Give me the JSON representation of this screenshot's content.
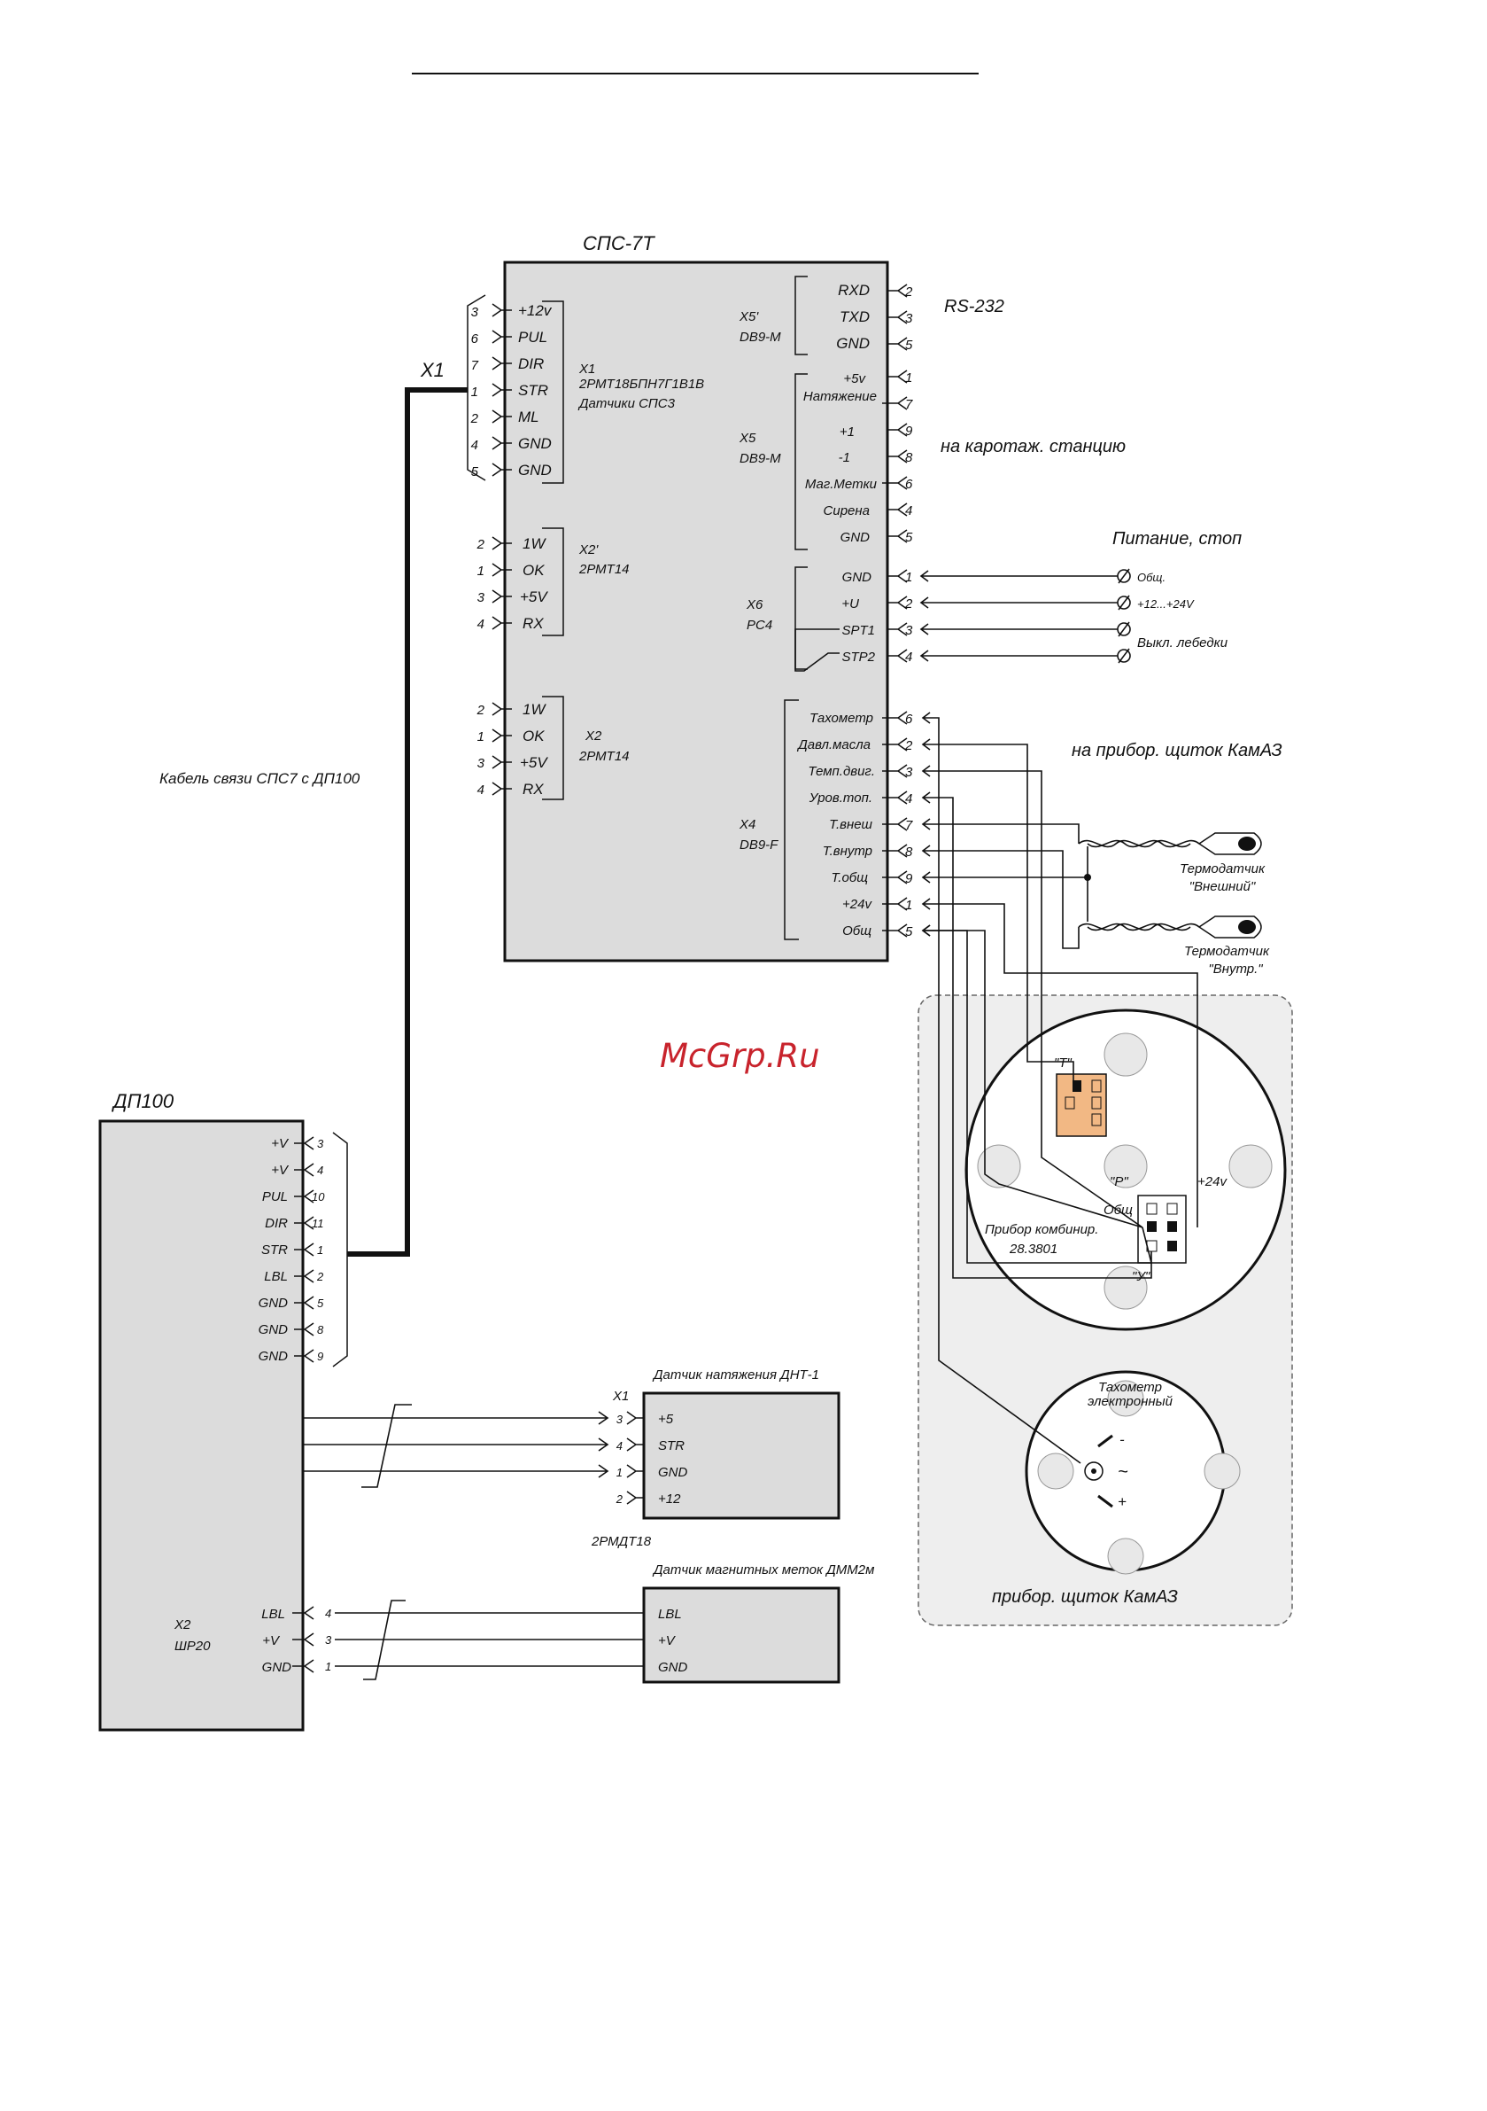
{
  "watermark": "McGrp.Ru",
  "sps": {
    "title": "СПС-7Т",
    "x1": {
      "name": "X1",
      "conn": "2РМТ18БПН7Г1В1В",
      "desc": "Датчики СПС3",
      "pins": [
        [
          "3",
          "+12v"
        ],
        [
          "6",
          "PUL"
        ],
        [
          "7",
          "DIR"
        ],
        [
          "1",
          "STR"
        ],
        [
          "2",
          "ML"
        ],
        [
          "4",
          "GND"
        ],
        [
          "5",
          "GND"
        ]
      ]
    },
    "x2p": {
      "name": "X2'",
      "conn": "2РМТ14",
      "pins": [
        [
          "2",
          "1W"
        ],
        [
          "1",
          "OK"
        ],
        [
          "3",
          "+5V"
        ],
        [
          "4",
          "RX"
        ]
      ]
    },
    "x2": {
      "name": "X2",
      "conn": "2РМТ14",
      "pins": [
        [
          "2",
          "1W"
        ],
        [
          "1",
          "OK"
        ],
        [
          "3",
          "+5V"
        ],
        [
          "4",
          "RX"
        ]
      ]
    },
    "x5p": {
      "name": "X5'",
      "conn": "DB9-M",
      "ext": "RS-232",
      "pins": [
        [
          "RXD",
          "2"
        ],
        [
          "TXD",
          "3"
        ],
        [
          "GND",
          "5"
        ]
      ]
    },
    "x5": {
      "name": "X5",
      "conn": "DB9-M",
      "ext": "на каротаж. станцию",
      "pins": [
        [
          "+5v",
          "1"
        ],
        [
          "Натяжение",
          "7"
        ],
        [
          "+1",
          "9"
        ],
        [
          "-1",
          "8"
        ],
        [
          "Маг.Метки",
          "6"
        ],
        [
          "Сирена",
          "4"
        ],
        [
          "GND",
          "5"
        ]
      ]
    },
    "x6": {
      "name": "X6",
      "conn": "РС4",
      "ext": "Питание, стоп",
      "pins": [
        [
          "GND",
          "1"
        ],
        [
          "+U",
          "2"
        ],
        [
          "SPT1",
          "3"
        ],
        [
          "STP2",
          "4"
        ]
      ],
      "terms": [
        "Общ.",
        "+12...+24V",
        "Выкл. лебедки"
      ]
    },
    "x4": {
      "name": "X4",
      "conn": "DB9-F",
      "ext": "на прибор. щиток КамАЗ",
      "pins": [
        [
          "Тахометр",
          "6"
        ],
        [
          "Давл.масла",
          "2"
        ],
        [
          "Темп.двиг.",
          "3"
        ],
        [
          "Уров.топ.",
          "4"
        ],
        [
          "Т.внеш",
          "7"
        ],
        [
          "Т.внутр",
          "8"
        ],
        [
          "Т.общ",
          "9"
        ],
        [
          "+24v",
          "1"
        ],
        [
          "Общ",
          "5"
        ]
      ]
    }
  },
  "cable": {
    "label": "Кабель связи СПС7 с ДП100",
    "x1": "X1"
  },
  "sensors": {
    "ext_title": "Термодатчик",
    "ext_sub": "\"Внешний\"",
    "int_title": "Термодатчик",
    "int_sub": "\"Внутр.\""
  },
  "dp100": {
    "title": "ДП100",
    "pins": [
      [
        "+V",
        "3"
      ],
      [
        "+V",
        "4"
      ],
      [
        "PUL",
        "10"
      ],
      [
        "DIR",
        "11"
      ],
      [
        "STR",
        "1"
      ],
      [
        "LBL",
        "2"
      ],
      [
        "GND",
        "5"
      ],
      [
        "GND",
        "8"
      ],
      [
        "GND",
        "9"
      ]
    ],
    "x2": {
      "name": "X2",
      "conn": "ШР20",
      "pins": [
        [
          "LBL",
          "4"
        ],
        [
          "+V",
          "3"
        ],
        [
          "GND",
          "1"
        ]
      ]
    }
  },
  "dnt": {
    "title": "Датчик натяжения ДНТ-1",
    "conn_name": "X1",
    "conn": "2РМДТ18",
    "pins": [
      [
        "3",
        "+5"
      ],
      [
        "4",
        "STR"
      ],
      [
        "1",
        "GND"
      ],
      [
        "2",
        "+12"
      ]
    ]
  },
  "dmm": {
    "title": "Датчик магнитных меток ДММ2м",
    "pins": [
      "LBL",
      "+V",
      "GND"
    ]
  },
  "kamaz": {
    "panel_label": "прибор. щиток КамАЗ",
    "combi_label": "Прибор комбинир.",
    "combi_model": "28.3801",
    "conn_t": "\"T\"",
    "conn_p": "\"P\"",
    "conn_u": "\"У\"",
    "lbl_24v": "+24v",
    "lbl_common": "Общ",
    "tacho_l1": "Тахометр",
    "tacho_l2": "электронный",
    "tacho_minus": "-",
    "tacho_tilde": "~",
    "tacho_plus": "+"
  },
  "colors": {
    "block": "#dcdcdc",
    "connector_t": "#f2b884",
    "watermark": "#c8232c",
    "panel": "#eeeeee"
  }
}
